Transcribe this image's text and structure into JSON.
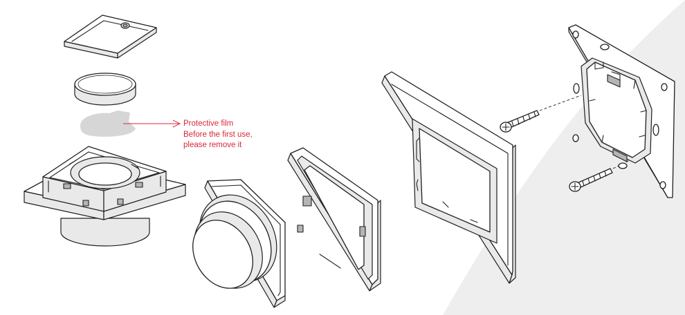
{
  "annotation": {
    "line1": "Protective film",
    "line2": "Before the first use,",
    "line3": "please remove it",
    "color": "#d9263a"
  },
  "colors": {
    "background": "#ffffff",
    "backdrop_wedge": "#eeeeee",
    "film": "#d6d6d6",
    "outline": "#1e1e1e"
  }
}
